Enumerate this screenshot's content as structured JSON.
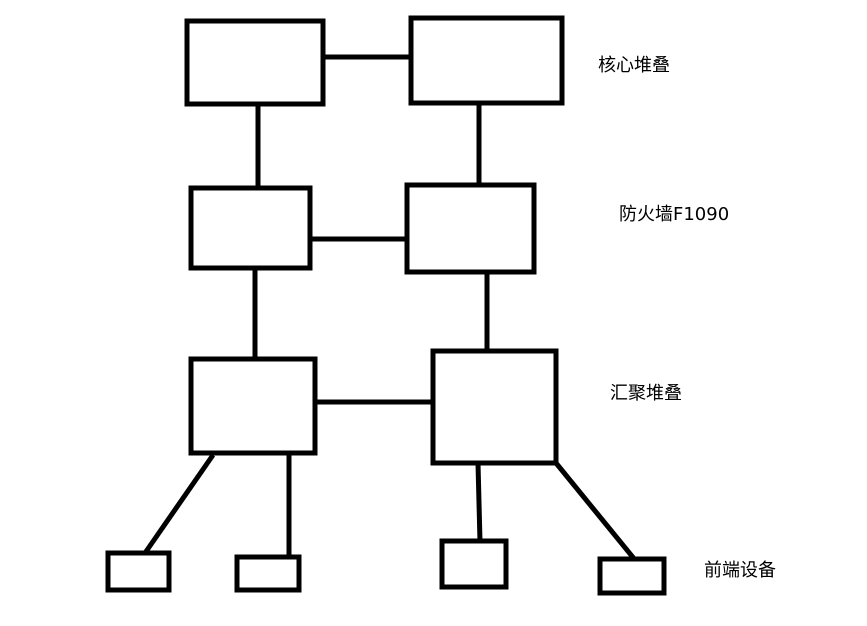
{
  "diagram": {
    "layers": [
      {
        "id": "core",
        "label": "核心堆叠"
      },
      {
        "id": "firewall",
        "label": "防火墙F1090"
      },
      {
        "id": "aggregation",
        "label": "汇聚堆叠"
      },
      {
        "id": "frontend",
        "label": "前端设备"
      }
    ],
    "colors": {
      "stroke": "#000000",
      "background": "#ffffff"
    }
  }
}
